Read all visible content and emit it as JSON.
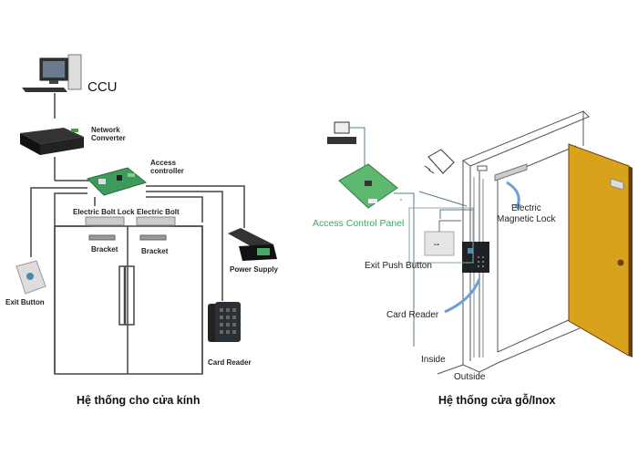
{
  "left_diagram": {
    "caption": "Hệ thống cho cửa kính",
    "labels": {
      "ccu": "CCU",
      "network_converter_1": "Network",
      "network_converter_2": "Converter",
      "access_controller_1": "Access",
      "access_controller_2": "controller",
      "electric_bolt_lock": "Electric Bolt Lock",
      "electric_bolt": "Electric Bolt",
      "bracket_left": "Bracket",
      "bracket_right": "Bracket",
      "power_supply": "Power Supply",
      "exit_button": "Exit Button",
      "card_reader": "Card Reader"
    }
  },
  "right_diagram": {
    "caption": "Hệ thống cửa gỗ/Inox",
    "labels": {
      "access_control_panel": "Access Control Panel",
      "electric_magnetic_lock_1": "Electric",
      "electric_magnetic_lock_2": "Magnetic Lock",
      "exit_push_button": "Exit Push Button",
      "card_reader": "Card Reader",
      "inside": "Inside",
      "outside": "Outside"
    }
  },
  "colors": {
    "door": "#d9a21b",
    "door_edge": "#6b3d0e",
    "panel_label": "#3aa859",
    "pcb": "#3d9a5a"
  }
}
